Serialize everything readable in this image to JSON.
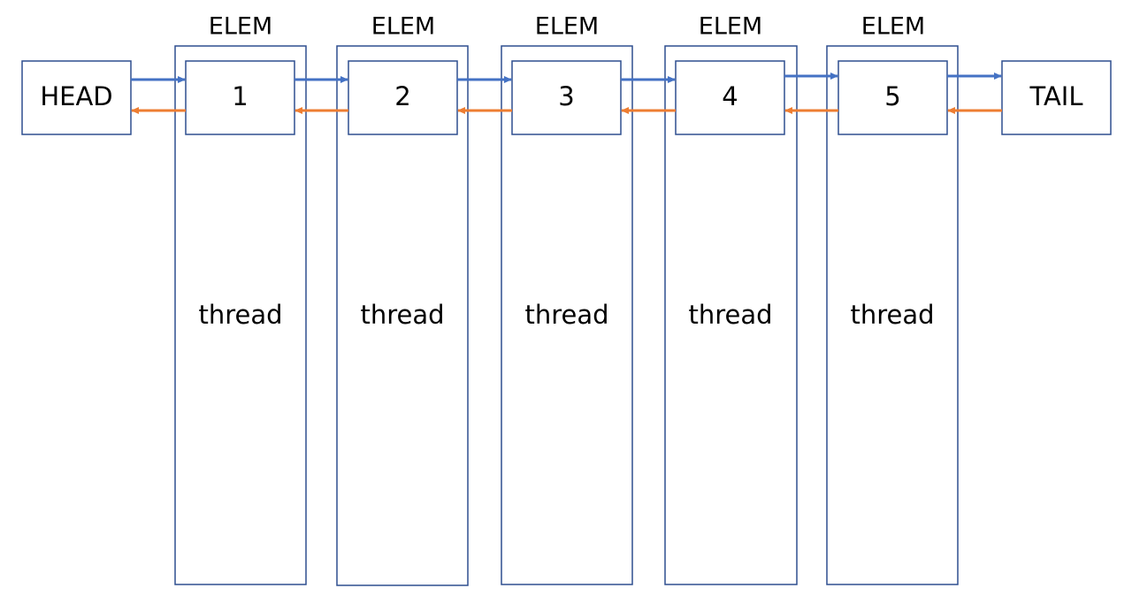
{
  "head": {
    "label": "HEAD"
  },
  "tail": {
    "label": "TAIL"
  },
  "elements": [
    {
      "header": "ELEM",
      "value": "1",
      "body": "thread"
    },
    {
      "header": "ELEM",
      "value": "2",
      "body": "thread"
    },
    {
      "header": "ELEM",
      "value": "3",
      "body": "thread"
    },
    {
      "header": "ELEM",
      "value": "4",
      "body": "thread"
    },
    {
      "header": "ELEM",
      "value": "5",
      "body": "thread"
    }
  ],
  "colors": {
    "box_border": "#2f4f8f",
    "next_arrow": "#4472c4",
    "prev_arrow": "#ed7d31",
    "text": "#000000",
    "background": "#ffffff"
  }
}
